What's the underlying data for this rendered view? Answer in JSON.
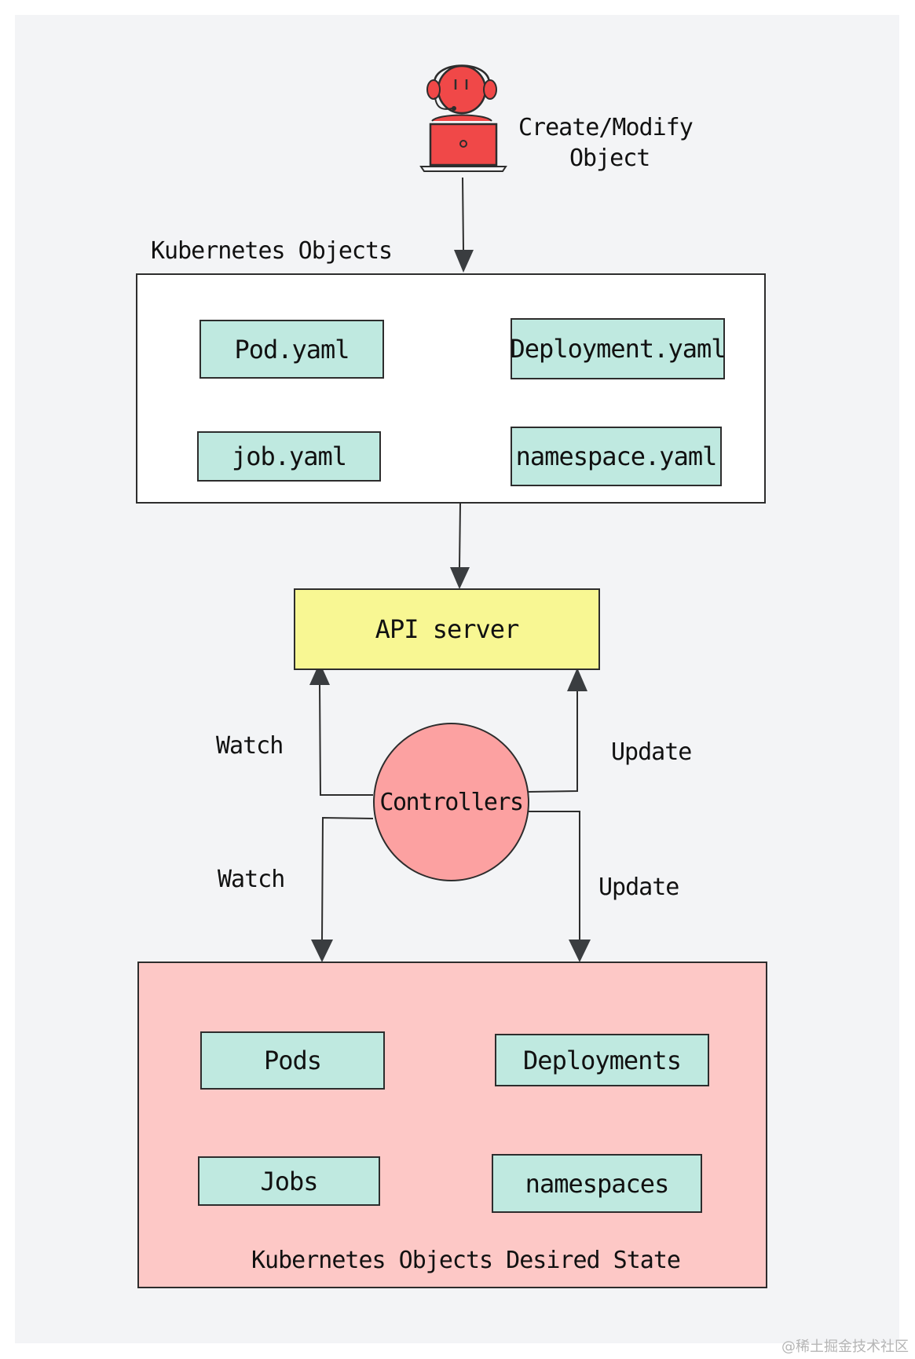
{
  "actor": {
    "action_line1": "Create/Modify",
    "action_line2": "Object"
  },
  "objects_group": {
    "title": "Kubernetes Objects",
    "items": [
      "Pod.yaml",
      "Deployment.yaml",
      "job.yaml",
      "namespace.yaml"
    ]
  },
  "api_server": {
    "label": "API server"
  },
  "controllers": {
    "label": "Controllers"
  },
  "edges": {
    "watch_top": "Watch",
    "update_top": "Update",
    "watch_bottom": "Watch",
    "update_bottom": "Update"
  },
  "desired_state_group": {
    "title": "Kubernetes Objects Desired State",
    "items": [
      "Pods",
      "Deployments",
      "Jobs",
      "namespaces"
    ]
  },
  "watermark": "@稀土掘金技术社区",
  "colors": {
    "background": "#f3f4f6",
    "object_fill": "#bfe9e0",
    "api_server_fill": "#f8f793",
    "controllers_fill": "#fca1a1",
    "desired_state_fill": "#fdc8c6",
    "actor_red": "#f04848"
  }
}
